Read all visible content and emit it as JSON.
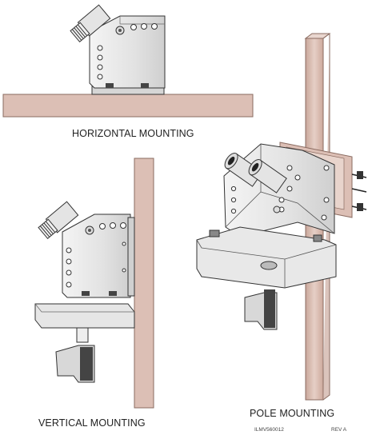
{
  "figure": {
    "captions": {
      "horizontal": "HORIZONTAL MOUNTING",
      "vertical": "VERTICAL MOUNTING",
      "pole": "POLE MOUNTING"
    },
    "document_id": "ILMV560012",
    "revision": "REV A"
  },
  "colors": {
    "wood": "#dcbfb5",
    "wood_edge": "#8a6b60",
    "metal": "#e8e8e8",
    "metal_dark": "#c9c9c9",
    "outline": "#333333"
  }
}
